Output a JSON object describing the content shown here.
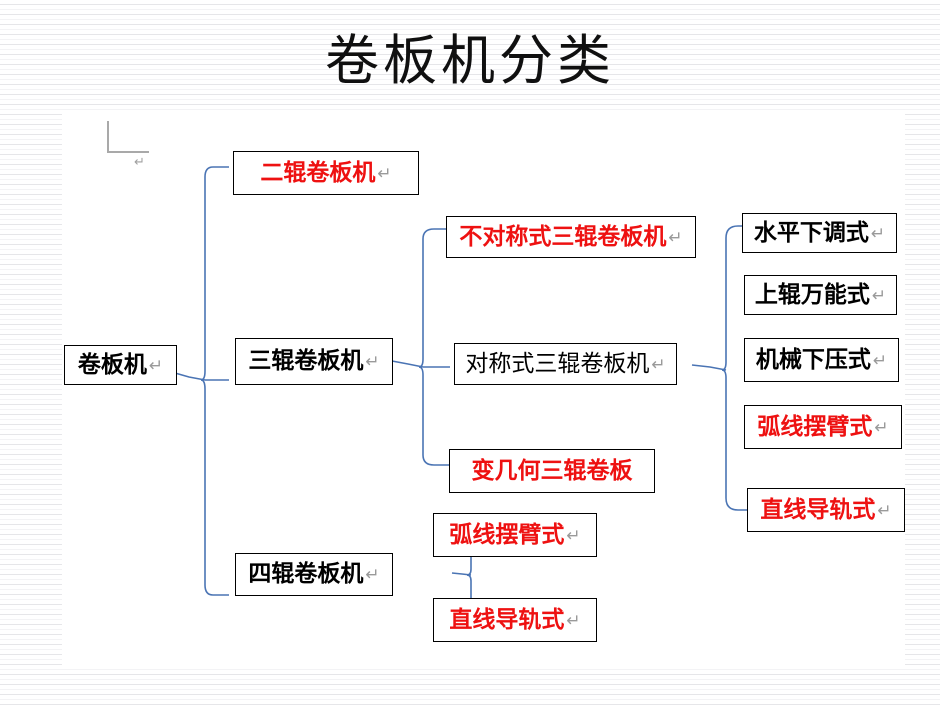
{
  "slide": {
    "title": "卷板机分类",
    "return_mark": "↵",
    "colors": {
      "red_text": "#ee1111",
      "black_text": "#000000",
      "connector_blue": "#4a74b4",
      "box_border": "#000000",
      "return_mark_gray": "#9a9a9a",
      "panel_background": "#ffffff"
    }
  },
  "diagram": {
    "root": {
      "id": "root",
      "text": "卷板机",
      "has_return_mark": true,
      "style": "black-bold"
    },
    "level2": [
      {
        "id": "two-roll",
        "text": "二辊卷板机",
        "has_return_mark": true,
        "style": "red-bold"
      },
      {
        "id": "three-roll",
        "text": "三辊卷板机",
        "has_return_mark": true,
        "style": "black-bold"
      },
      {
        "id": "four-roll",
        "text": "四辊卷板机",
        "has_return_mark": true,
        "style": "black-bold"
      }
    ],
    "level3_three_roll": [
      {
        "id": "asymmetric",
        "text": "不对称式三辊卷板机",
        "has_return_mark": true,
        "style": "red-bold"
      },
      {
        "id": "symmetric",
        "text": "对称式三辊卷板机",
        "has_return_mark": true,
        "style": "black-regular"
      },
      {
        "id": "variable-geometry",
        "text": "变几何三辊卷板",
        "has_return_mark": false,
        "style": "red-bold"
      }
    ],
    "level4_symmetric": [
      {
        "id": "horizontal-down",
        "text": "水平下调式",
        "has_return_mark": true,
        "style": "black-bold"
      },
      {
        "id": "top-roll-universal",
        "text": "上辊万能式",
        "has_return_mark": true,
        "style": "black-bold"
      },
      {
        "id": "mechanical-down",
        "text": "机械下压式",
        "has_return_mark": true,
        "style": "black-bold"
      },
      {
        "id": "arc-swing-arm",
        "text": "弧线摆臂式",
        "has_return_mark": true,
        "style": "red-bold"
      },
      {
        "id": "linear-guide",
        "text": "直线导轨式",
        "has_return_mark": true,
        "style": "red-bold"
      }
    ],
    "level3_four_roll": [
      {
        "id": "arc-swing-arm-4",
        "text": "弧线摆臂式",
        "has_return_mark": true,
        "style": "red-bold"
      },
      {
        "id": "linear-guide-4",
        "text": "直线导轨式",
        "has_return_mark": true,
        "style": "red-bold"
      }
    ]
  }
}
